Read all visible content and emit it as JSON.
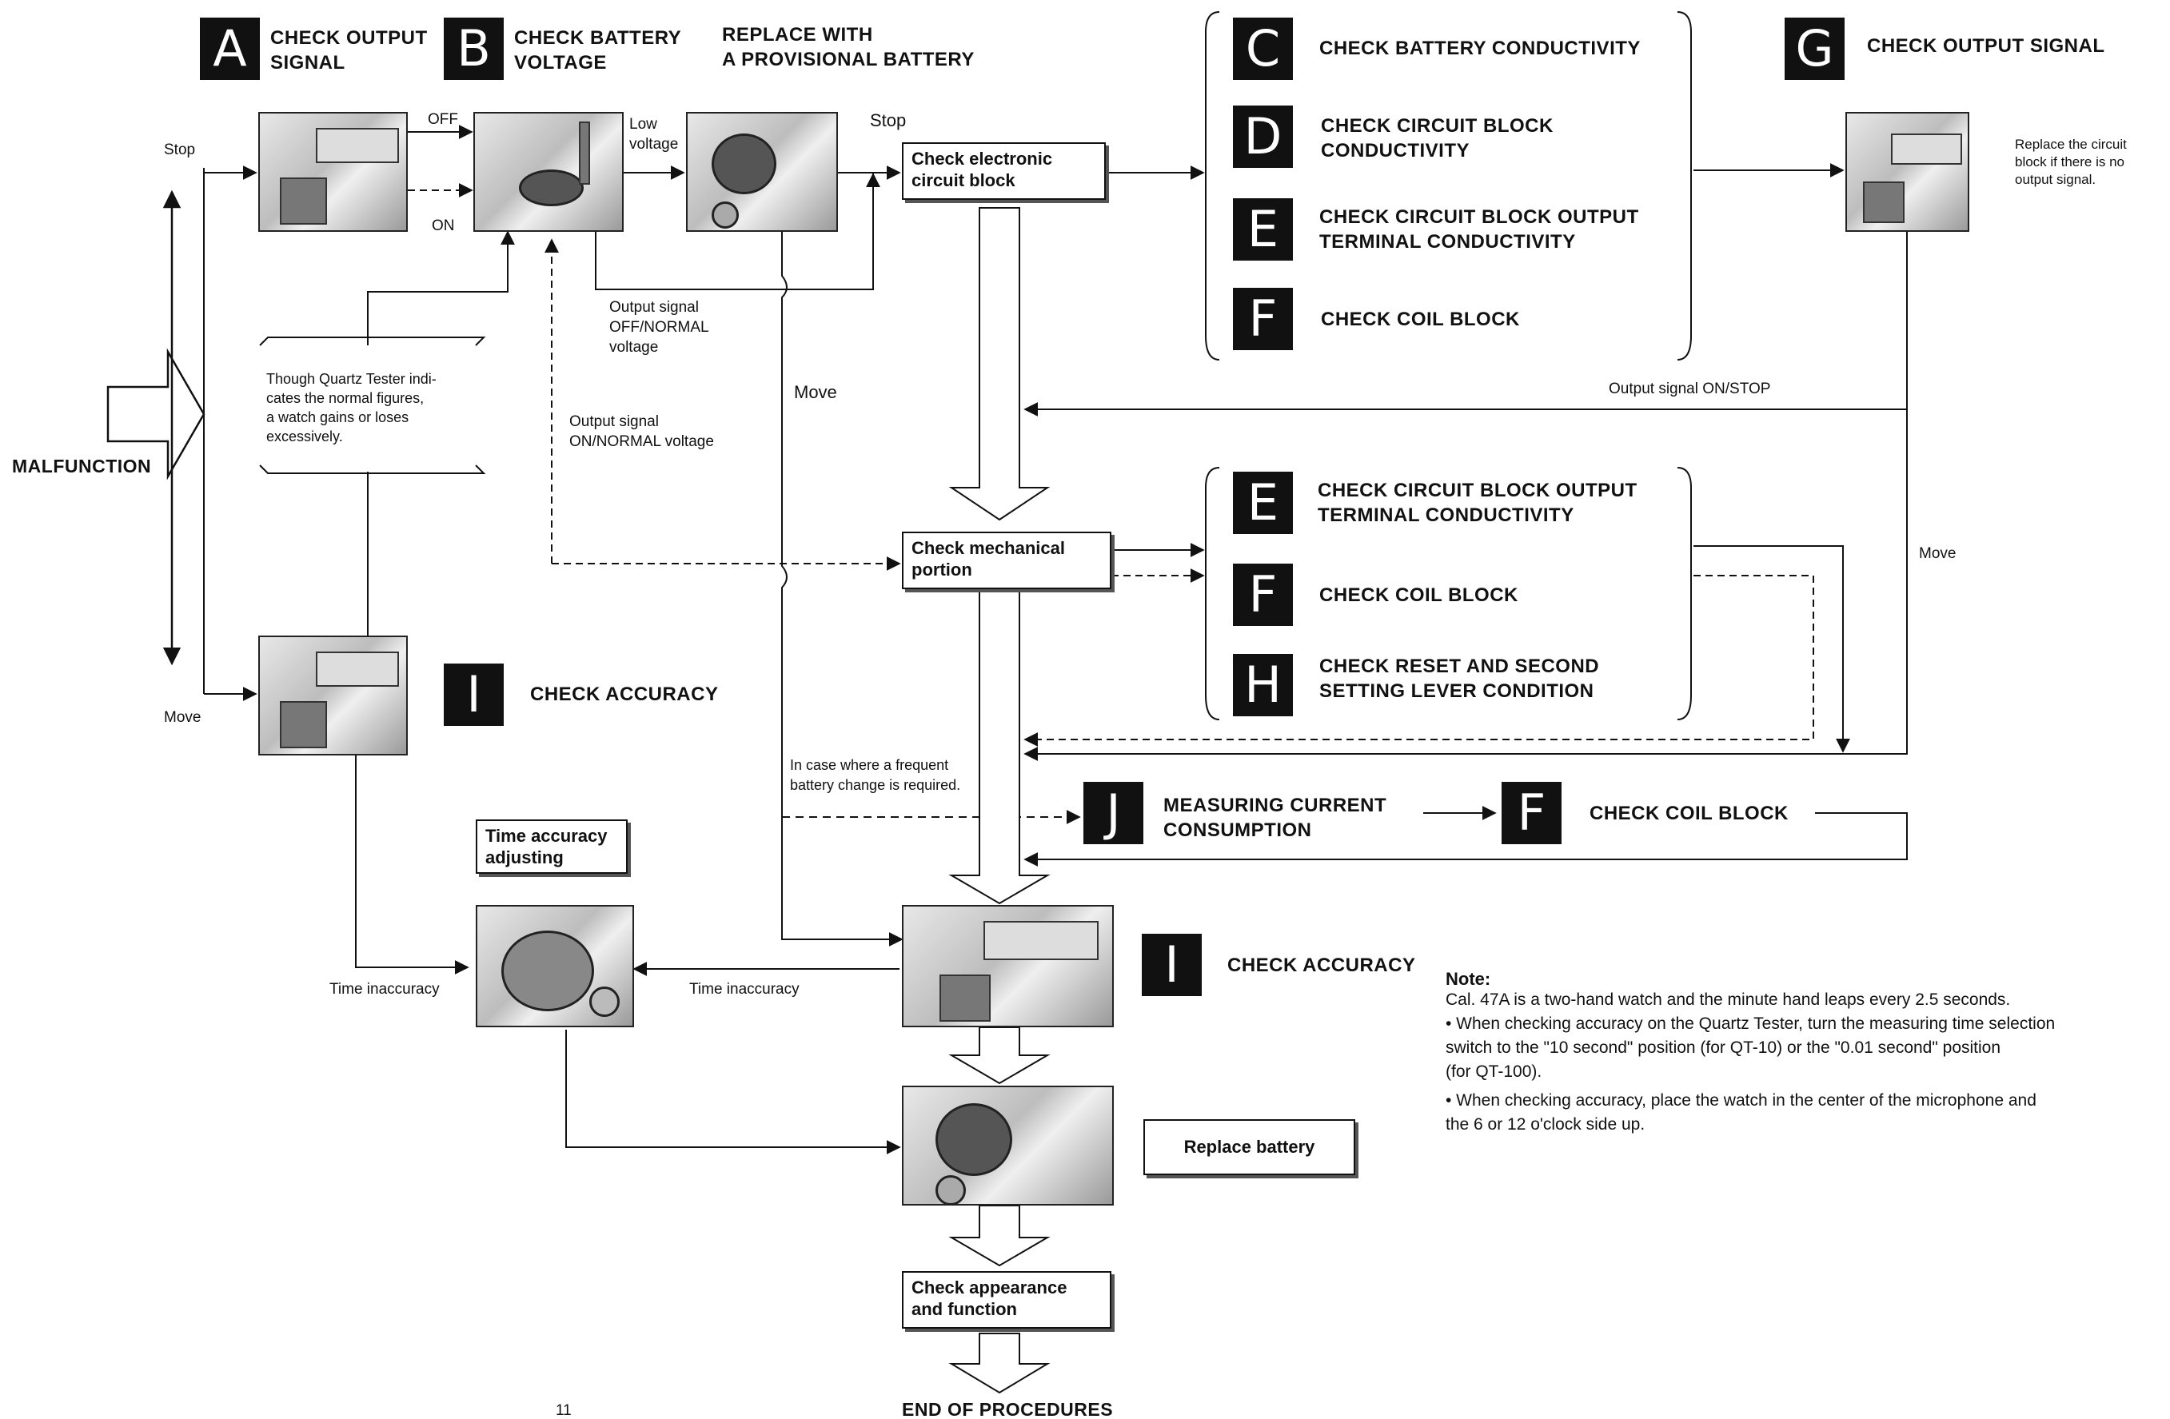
{
  "steps": {
    "a": {
      "letter": "A",
      "title": "CHECK OUTPUT\nSIGNAL"
    },
    "b": {
      "letter": "B",
      "title": "CHECK BATTERY\nVOLTAGE"
    },
    "replace_provisional": "REPLACE WITH\nA PROVISIONAL BATTERY",
    "c": {
      "letter": "C",
      "title": "CHECK BATTERY CONDUCTIVITY"
    },
    "d": {
      "letter": "D",
      "title": "CHECK CIRCUIT BLOCK\nCONDUCTIVITY"
    },
    "e1": {
      "letter": "E",
      "title": "CHECK CIRCUIT BLOCK OUTPUT\nTERMINAL CONDUCTIVITY"
    },
    "f1": {
      "letter": "F",
      "title": "CHECK COIL BLOCK"
    },
    "g": {
      "letter": "G",
      "title": "CHECK OUTPUT SIGNAL"
    },
    "e2": {
      "letter": "E",
      "title": "CHECK CIRCUIT BLOCK OUTPUT\nTERMINAL CONDUCTIVITY"
    },
    "f2": {
      "letter": "F",
      "title": "CHECK COIL BLOCK"
    },
    "h": {
      "letter": "H",
      "title": "CHECK RESET AND SECOND\nSETTING LEVER CONDITION"
    },
    "i1": {
      "letter": "I",
      "title": "CHECK ACCURACY"
    },
    "j": {
      "letter": "J",
      "title": "MEASURING CURRENT\nCONSUMPTION"
    },
    "f3": {
      "letter": "F",
      "title": "CHECK COIL BLOCK"
    },
    "i2": {
      "letter": "I",
      "title": "CHECK ACCURACY"
    }
  },
  "boxes": {
    "electronic": "Check electronic\ncircuit block",
    "mechanical": "Check mechanical\nportion",
    "time_adjust": "Time accuracy\nadjusting",
    "replace_battery": "Replace battery",
    "appearance": "Check appearance\nand function"
  },
  "labels": {
    "malfunction": "MALFUNCTION",
    "stop_left": "Stop",
    "move_left": "Move",
    "off": "OFF",
    "on": "ON",
    "low_voltage": "Low\nvoltage",
    "stop_top": "Stop",
    "output_off_normal": "Output signal\nOFF/NORMAL\nvoltage",
    "output_on_normal": "Output signal\nON/NORMAL voltage",
    "move_mid": "Move",
    "output_on_stop": "Output signal ON/STOP",
    "move_right": "Move",
    "replace_circuit_note": "Replace the circuit\nblock if there is no\noutput signal.",
    "quartz_note": "Though Quartz Tester indi-\ncates the normal figures,\na watch gains or loses\nexcessively.",
    "frequent_change": "In case where a frequent\nbattery change is required.",
    "time_inaccuracy_left": "Time inaccuracy",
    "time_inaccuracy_mid": "Time inaccuracy",
    "end": "END OF PROCEDURES",
    "page_number": "11"
  },
  "note": {
    "title": "Note:",
    "line1": "Cal. 47A is a two-hand watch and the minute hand leaps every 2.5 seconds.",
    "bullet1": "• When checking accuracy on the Quartz Tester, turn the measuring time selection\n  switch to the \"10 second\" position (for QT-10) or the \"0.01 second\" position\n  (for QT-100).",
    "bullet2": "• When checking accuracy, place the watch in the center of the microphone and\n  the 6 or 12 o'clock side up."
  }
}
